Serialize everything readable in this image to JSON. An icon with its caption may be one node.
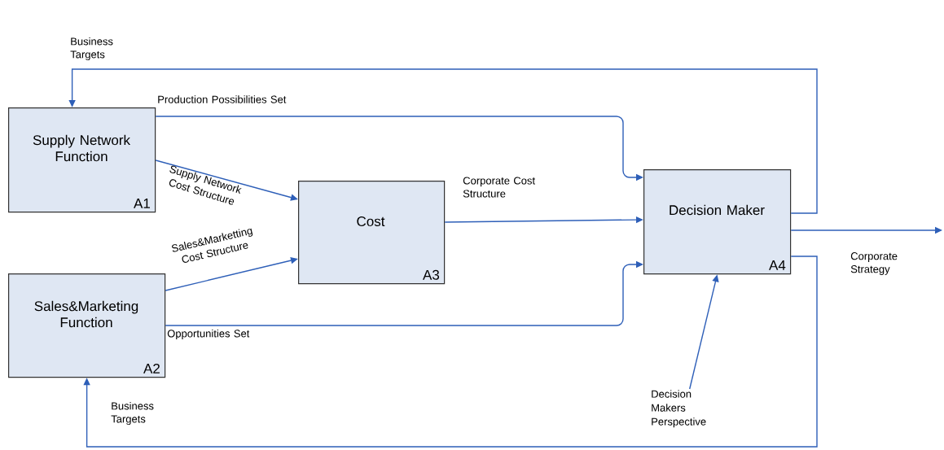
{
  "diagram": {
    "nodes": [
      {
        "text": [
          "Supply Network Function",
          "A1"
        ]
      },
      {
        "text": [
          "Sales&Marketing Function",
          "A2"
        ]
      },
      {
        "text": [
          "Cost",
          "A3"
        ]
      },
      {
        "text": [
          "Decision Maker",
          "A4"
        ]
      },
      {
        "text": [
          "Decision Makers Perspective"
        ]
      }
    ],
    "edges": [
      {
        "from": 3,
        "to": 0,
        "arrow": "to",
        "label": "Business Targets"
      },
      {
        "from": 0,
        "to": 3,
        "arrow": "to",
        "label": "Production Possibilities Set"
      },
      {
        "from": 0,
        "to": 2,
        "arrow": "to",
        "label": "Supply Network Cost Structure"
      },
      {
        "from": 1,
        "to": 2,
        "arrow": "to",
        "label": "Sales&Marketting Cost Structure"
      },
      {
        "from": 2,
        "to": 3,
        "arrow": "to",
        "label": "Corporate Cost Structure"
      },
      {
        "from": 1,
        "to": 3,
        "arrow": "to",
        "label": "Opportunities Set"
      },
      {
        "from": 3,
        "to": 1,
        "arrow": "to",
        "label": "Business Targets"
      },
      {
        "from": 3,
        "to": null,
        "arrow": "to",
        "label": "Corporate Strategy"
      },
      {
        "from": 4,
        "to": 3,
        "arrow": "to"
      }
    ]
  }
}
